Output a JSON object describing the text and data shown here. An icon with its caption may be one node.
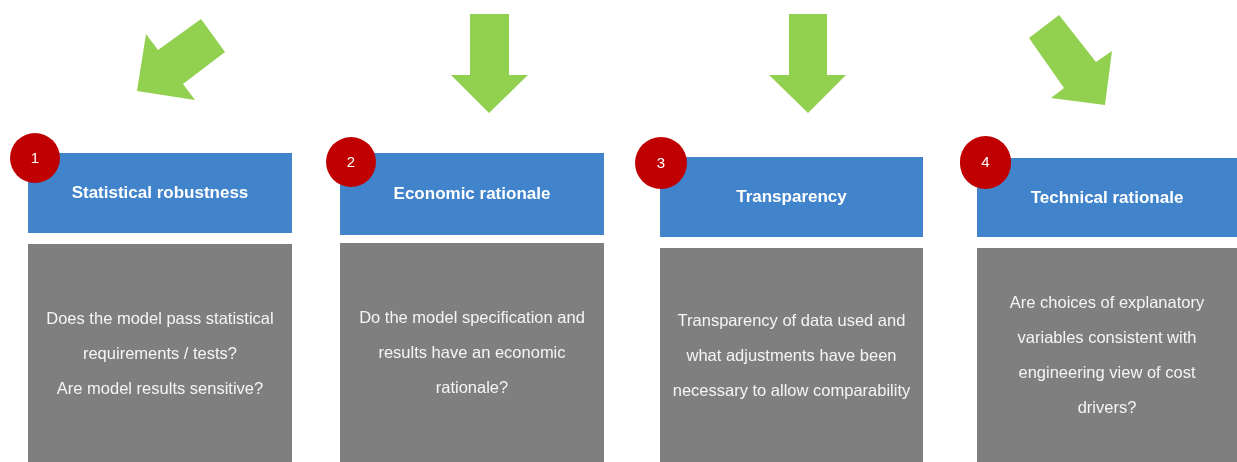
{
  "diagram": {
    "nodes": [
      {
        "text": [
          "1"
        ]
      },
      {
        "text": [
          "Statistical robustness"
        ]
      },
      {
        "text": [
          "Does the model pass statistical requirements / tests?",
          "Are model results sensitive?"
        ]
      },
      {
        "text": [
          "2"
        ]
      },
      {
        "text": [
          "Economic rationale"
        ]
      },
      {
        "text": [
          "Do the model specification and results have an economic rationale?"
        ]
      },
      {
        "text": [
          "3"
        ]
      },
      {
        "text": [
          "Transparency"
        ]
      },
      {
        "text": [
          "Transparency of data used and what adjustments have been necessary to allow comparability"
        ]
      },
      {
        "text": [
          "4"
        ]
      },
      {
        "text": [
          "Technical rationale"
        ]
      },
      {
        "text": [
          "Are choices of explanatory variables consistent with engineering view of cost drivers?"
        ]
      }
    ]
  }
}
